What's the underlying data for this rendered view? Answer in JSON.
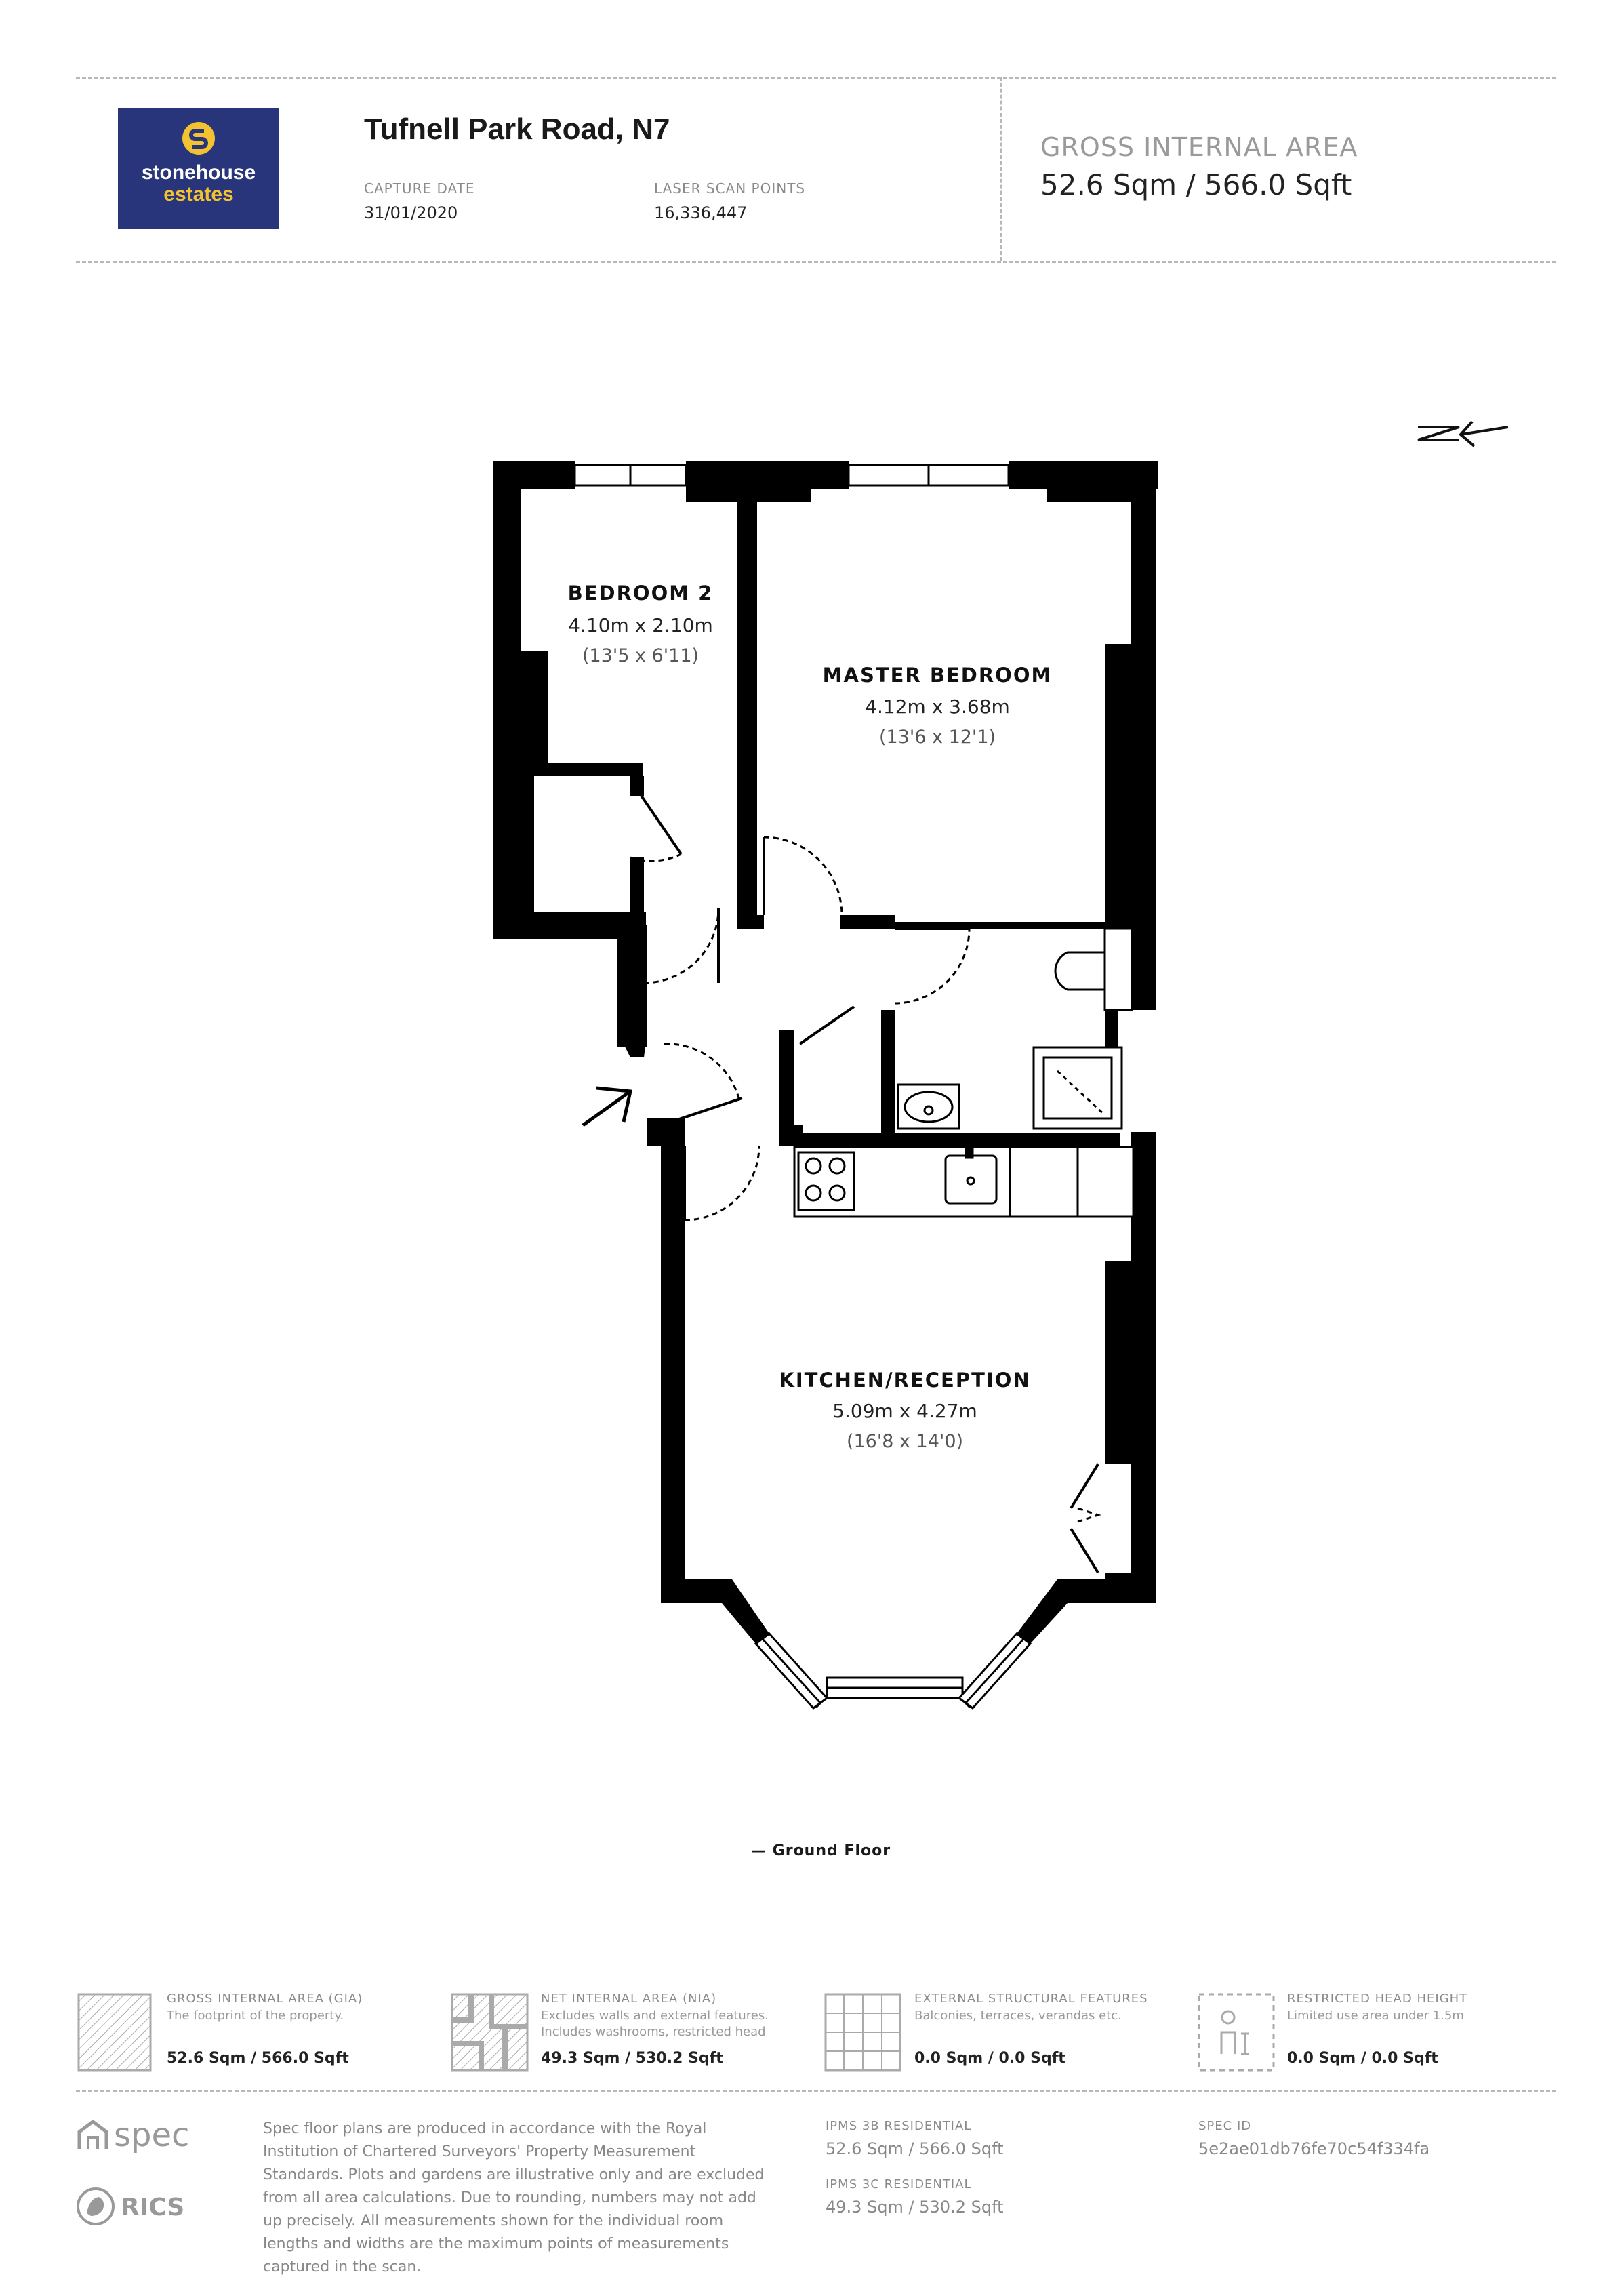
{
  "header": {
    "logo": {
      "line1": "stonehouse",
      "line2": "estates",
      "icon": "stonehouse-s-icon",
      "bg_color": "#28357a",
      "accent_color": "#f2c230"
    },
    "title": "Tufnell Park Road, N7",
    "capture_date_label": "CAPTURE DATE",
    "capture_date": "31/01/2020",
    "scan_points_label": "LASER SCAN POINTS",
    "scan_points": "16,336,447",
    "gia_label": "GROSS INTERNAL AREA",
    "gia_value": "52.6 Sqm / 566.0 Sqft"
  },
  "plan": {
    "compass": "N",
    "rooms": [
      {
        "name": "BEDROOM 2",
        "size": "4.10m x 2.10m",
        "imperial": "(13'5 x 6'11)"
      },
      {
        "name": "MASTER BEDROOM",
        "size": "4.12m x 3.68m",
        "imperial": "(13'6 x 12'1)"
      },
      {
        "name": "KITCHEN/RECEPTION",
        "size": "5.09m x 4.27m",
        "imperial": "(16'8 x 14'0)"
      }
    ],
    "floor_caption": "— Ground Floor"
  },
  "legend": [
    {
      "label": "GROSS INTERNAL AREA (GIA)",
      "desc": [
        "The footprint of the property."
      ],
      "value": "52.6 Sqm / 566.0 Sqft",
      "icon": "gia-hatch-icon"
    },
    {
      "label": "NET INTERNAL AREA (NIA)",
      "desc": [
        "Excludes walls and external features.",
        "Includes washrooms, restricted head"
      ],
      "value": "49.3 Sqm / 530.2 Sqft",
      "icon": "nia-hatch-icon"
    },
    {
      "label": "EXTERNAL STRUCTURAL FEATURES",
      "desc": [
        "Balconies, terraces, verandas etc."
      ],
      "value": "0.0 Sqm / 0.0 Sqft",
      "icon": "grid-icon"
    },
    {
      "label": "RESTRICTED HEAD HEIGHT",
      "desc": [
        "Limited use area under 1.5m"
      ],
      "value": "0.0 Sqm / 0.0 Sqft",
      "icon": "person-icon"
    }
  ],
  "footer": {
    "spec_logo": "spec",
    "rics_logo": "RICS",
    "disclaimer_lines": [
      "Spec floor plans are produced in accordance with the Royal",
      "Institution of Chartered Surveyors' Property Measurement",
      "Standards. Plots and gardens are illustrative only and are excluded",
      "from all area calculations. Due to rounding, numbers may not add",
      "up precisely. All measurements shown for the individual room",
      "lengths and widths are the maximum points of measurements",
      "captured in the scan."
    ],
    "ipms3b_label": "IPMS 3B RESIDENTIAL",
    "ipms3b_value": "52.6 Sqm / 566.0 Sqft",
    "ipms3c_label": "IPMS 3C RESIDENTIAL",
    "ipms3c_value": "49.3 Sqm / 530.2 Sqft",
    "spec_id_label": "SPEC ID",
    "spec_id": "5e2ae01db76fe70c54f334fa"
  }
}
